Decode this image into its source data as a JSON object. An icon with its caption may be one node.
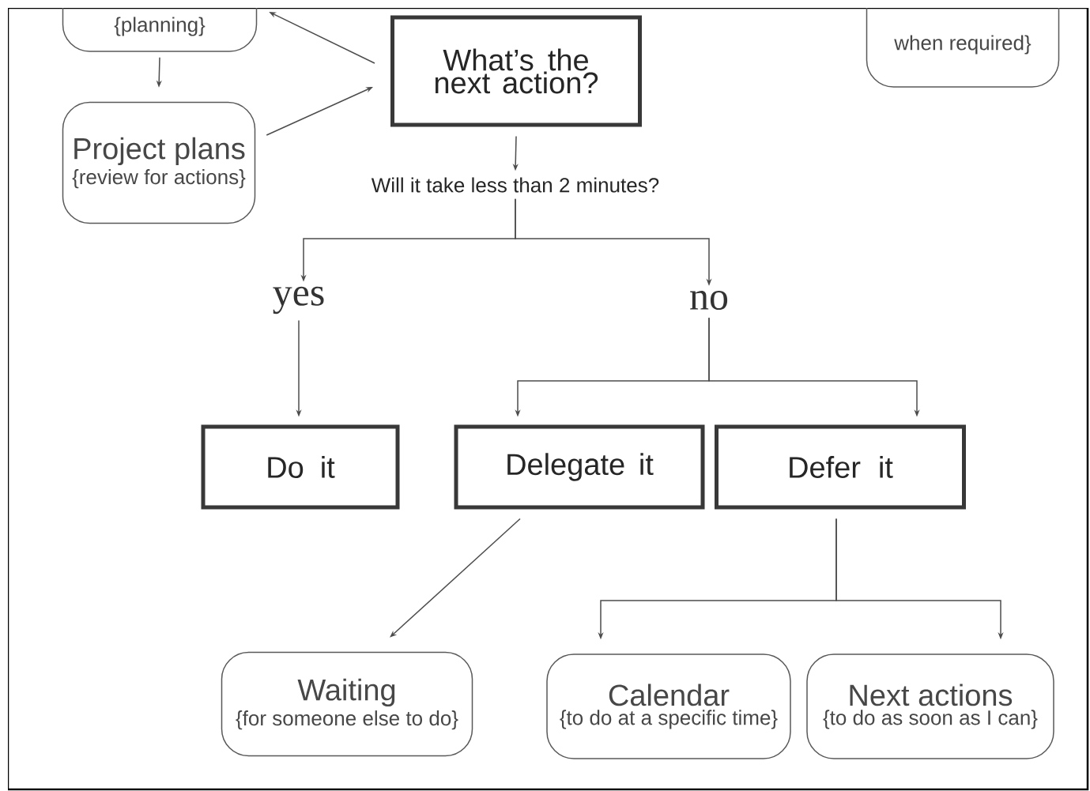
{
  "diagram": {
    "nodes": [
      {
        "text": [
          "{planning}"
        ]
      },
      {
        "text": [
          "What’s the next action?"
        ]
      },
      {
        "text": [
          "when required}"
        ]
      },
      {
        "text": [
          "Project plans",
          "{review for actions}"
        ]
      },
      {
        "text": [
          "Will it take less than 2 minutes?"
        ]
      },
      {
        "text": [
          "yes"
        ]
      },
      {
        "text": [
          "no"
        ]
      },
      {
        "text": [
          "Do it"
        ]
      },
      {
        "text": [
          "Delegate it"
        ]
      },
      {
        "text": [
          "Defer it"
        ]
      },
      {
        "text": [
          "Waiting",
          "{for someone else to do}"
        ]
      },
      {
        "text": [
          "Calendar",
          "{to do at a specific time}"
        ]
      },
      {
        "text": [
          "Next actions",
          "{to do as soon as I can}"
        ]
      }
    ],
    "edges": [
      {
        "from": 1,
        "to": 0,
        "arrow": "to"
      },
      {
        "from": 0,
        "to": 3,
        "arrow": "to"
      },
      {
        "from": 3,
        "to": 1,
        "arrow": "to"
      },
      {
        "from": 1,
        "to": 4,
        "arrow": "to"
      },
      {
        "from": 4,
        "to": 5,
        "arrow": "to"
      },
      {
        "from": 4,
        "to": 6,
        "arrow": "to"
      },
      {
        "from": 5,
        "to": 7,
        "arrow": "to"
      },
      {
        "from": 6,
        "to": 8,
        "arrow": "to"
      },
      {
        "from": 6,
        "to": 9,
        "arrow": "to"
      },
      {
        "from": 8,
        "to": 10,
        "arrow": "to"
      },
      {
        "from": 9,
        "to": 11,
        "arrow": "to"
      },
      {
        "from": 9,
        "to": 12,
        "arrow": "to"
      }
    ]
  }
}
